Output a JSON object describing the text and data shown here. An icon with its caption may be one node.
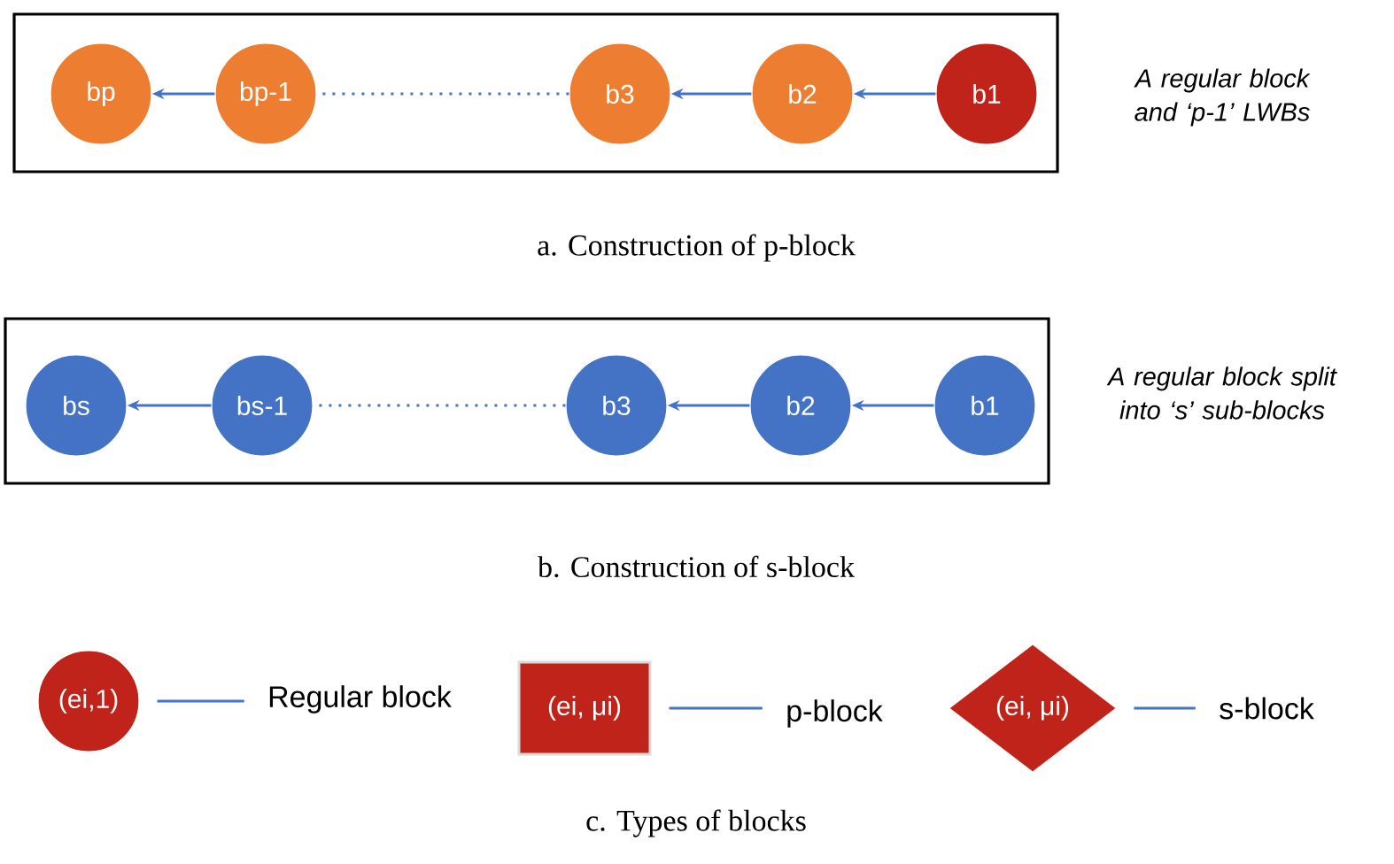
{
  "diagram": {
    "nodes": [
      {
        "text": [],
        "shape": "box",
        "beside": [
          "A regular block and ‘p-1’ LWBs"
        ]
      },
      {
        "text": [
          "bp"
        ],
        "in": 0
      },
      {
        "text": [
          "bp-1"
        ],
        "in": 0
      },
      {
        "text": [
          "b3"
        ],
        "in": 0
      },
      {
        "text": [
          "b2"
        ],
        "in": 0
      },
      {
        "text": [
          "b1"
        ],
        "in": 0
      },
      {
        "text": [],
        "shape": "box",
        "beside": [
          "A regular block split into ‘s’ sub-blocks"
        ]
      },
      {
        "text": [
          "bs"
        ],
        "in": 6
      },
      {
        "text": [
          "bs-1"
        ],
        "in": 6
      },
      {
        "text": [
          "b3"
        ],
        "in": 6
      },
      {
        "text": [
          "b2"
        ],
        "in": 6
      },
      {
        "text": [
          "b1"
        ],
        "in": 6
      },
      {
        "text": [
          "(ei,1)"
        ]
      },
      {
        "text": [
          "Regular block"
        ]
      },
      {
        "text": [
          "(ei, μi)"
        ]
      },
      {
        "text": [
          "p-block"
        ]
      },
      {
        "text": [
          "(ei, μi)"
        ]
      },
      {
        "text": [
          "s-block"
        ]
      }
    ],
    "edges": [
      {
        "from": 5,
        "to": 4,
        "arrow": "to"
      },
      {
        "from": 4,
        "to": 3,
        "arrow": "to"
      },
      {
        "from": 3,
        "to": 2,
        "arrow": "none",
        "style": "dashed"
      },
      {
        "from": 2,
        "to": 1,
        "arrow": "to"
      },
      {
        "from": 11,
        "to": 10,
        "arrow": "to"
      },
      {
        "from": 10,
        "to": 9,
        "arrow": "to"
      },
      {
        "from": 9,
        "to": 8,
        "arrow": "none",
        "style": "dashed"
      },
      {
        "from": 8,
        "to": 7,
        "arrow": "to"
      },
      {
        "from": 12,
        "to": 13,
        "arrow": "none"
      },
      {
        "from": 14,
        "to": 15,
        "arrow": "none"
      },
      {
        "from": 16,
        "to": 17,
        "arrow": "none"
      }
    ],
    "labels": [
      "a. Construction of p-block",
      "b. Construction of s-block",
      "c. Types of blocks"
    ]
  }
}
